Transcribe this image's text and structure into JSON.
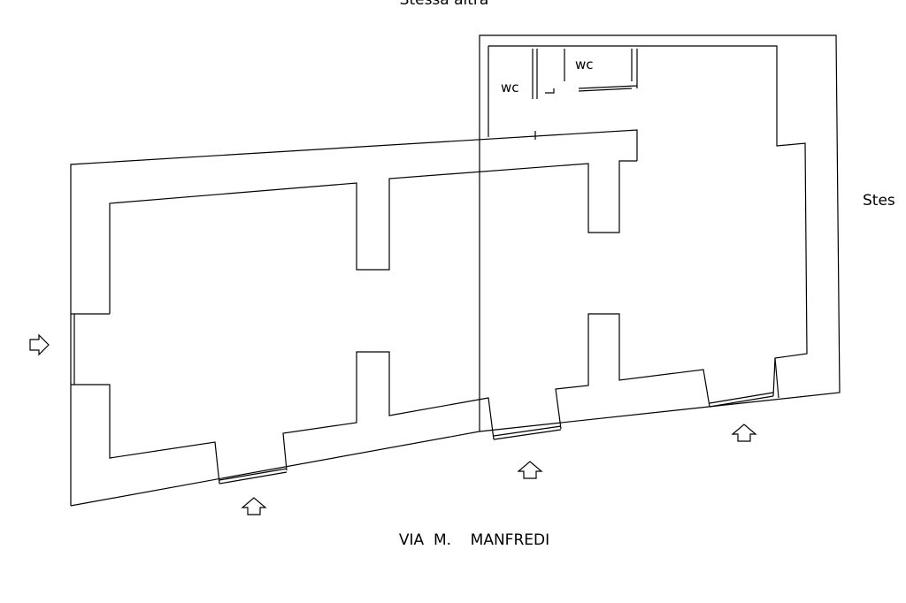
{
  "labels": {
    "top_street": "Stessa altra",
    "right_street": "Stes",
    "bottom_street": "VIA  M.    MANFREDI",
    "wc_left": "wc",
    "wc_right": "wc"
  },
  "entrance_arrows": [
    {
      "direction": "right"
    },
    {
      "direction": "up"
    },
    {
      "direction": "up"
    },
    {
      "direction": "up"
    }
  ],
  "colors": {
    "line": "#000000",
    "background": "#ffffff"
  }
}
